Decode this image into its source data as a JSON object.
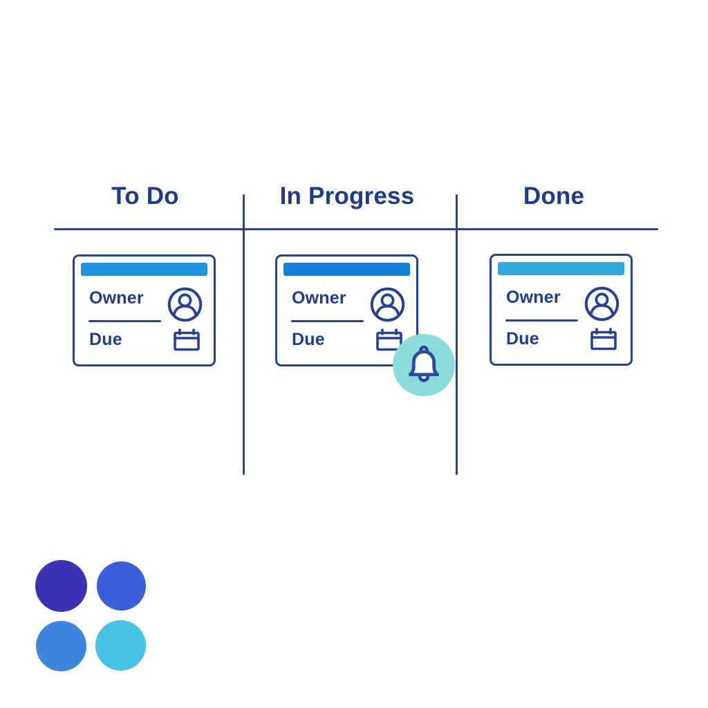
{
  "board": {
    "columns": [
      {
        "label": "To Do",
        "card": {
          "owner_label": "Owner",
          "due_label": "Due",
          "header_color": "#1f94e0"
        }
      },
      {
        "label": "In Progress",
        "card": {
          "owner_label": "Owner",
          "due_label": "Due",
          "header_color": "#1381dc"
        },
        "has_notification": true
      },
      {
        "label": "Done",
        "card": {
          "owner_label": "Owner",
          "due_label": "Due",
          "header_color": "#31a9dc"
        }
      }
    ]
  },
  "notification": {
    "icon": "bell-icon",
    "circle_color": "#89dcda"
  },
  "icons": {
    "avatar": "person-avatar-icon",
    "calendar": "calendar-icon",
    "bell": "bell-icon"
  },
  "palette": {
    "swatches": [
      {
        "name": "indigo",
        "color": "#3b33b4"
      },
      {
        "name": "royal-blue",
        "color": "#3a5ddb"
      },
      {
        "name": "azure-blue",
        "color": "#3f84dd"
      },
      {
        "name": "sky-blue",
        "color": "#47c2e2"
      }
    ]
  },
  "colors": {
    "ink": "#1e3a90",
    "line": "#27419c",
    "card_border": "#24419a",
    "bell_stroke": "#2b4a9e"
  }
}
